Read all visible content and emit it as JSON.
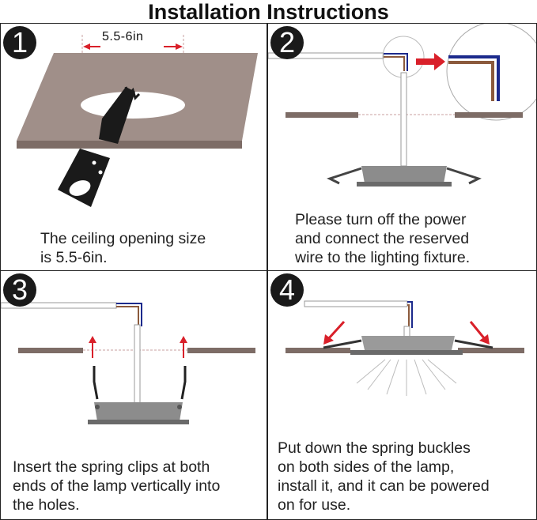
{
  "title": "Installation Instructions",
  "colors": {
    "ceiling": "#9b8b85",
    "ceiling_edge": "#7a6a64",
    "arrow_red": "#d9202a",
    "wire_blue": "#1c2a8c",
    "wire_brown": "#8b5a3c",
    "lamp_silver": "#9a9a9a",
    "badge": "#1a1a1a"
  },
  "steps": [
    {
      "number": "1",
      "dimension_label": "5.5-6in",
      "caption": "The ceiling opening size\nis 5.5-6in."
    },
    {
      "number": "2",
      "caption": "Please turn off the power\nand connect the reserved\nwire to the lighting fixture."
    },
    {
      "number": "3",
      "caption": "Insert the spring clips at both\nends of the lamp vertically into\nthe holes."
    },
    {
      "number": "4",
      "caption": "Put down the spring buckles\non both sides of the lamp,\ninstall it, and it can be powered\non for use."
    }
  ]
}
